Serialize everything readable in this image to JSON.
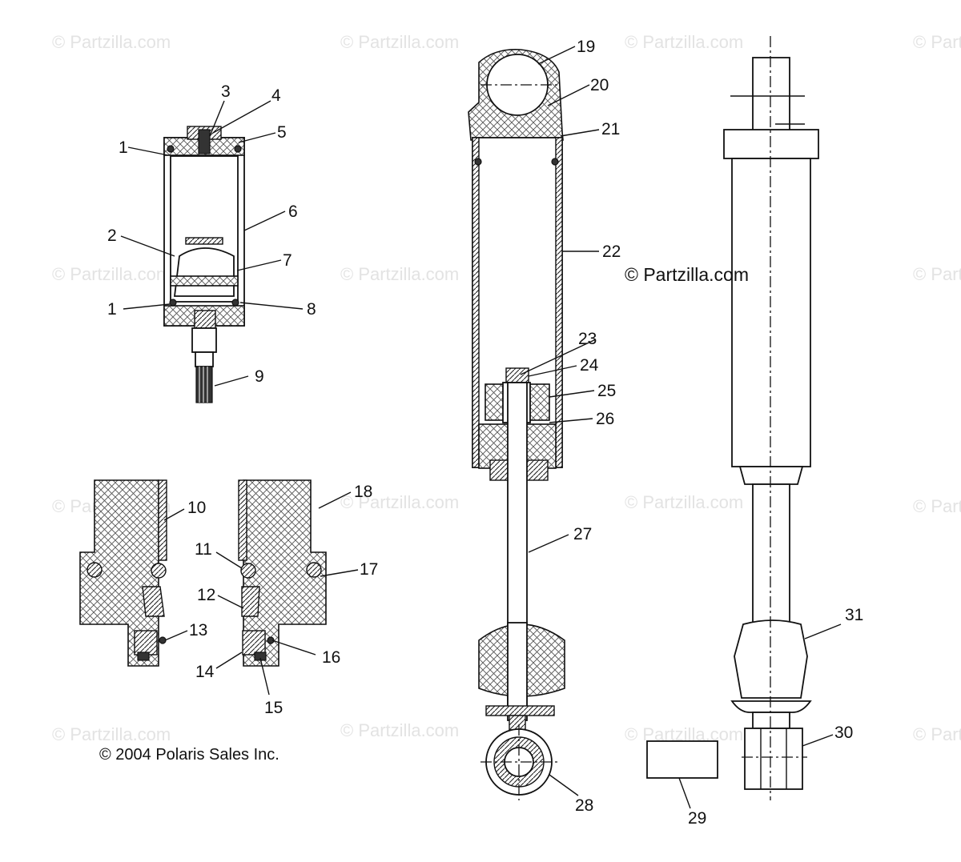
{
  "watermark_text": "© Partzilla.com",
  "copyright": "© 2004 Polaris Sales Inc.",
  "center_watermark": "© Partzilla.com",
  "callouts": [
    "1",
    "2",
    "3",
    "4",
    "5",
    "6",
    "7",
    "8",
    "9",
    "10",
    "11",
    "12",
    "13",
    "14",
    "15",
    "16",
    "17",
    "18",
    "19",
    "20",
    "21",
    "22",
    "23",
    "24",
    "25",
    "26",
    "27",
    "28",
    "29",
    "30",
    "31"
  ]
}
